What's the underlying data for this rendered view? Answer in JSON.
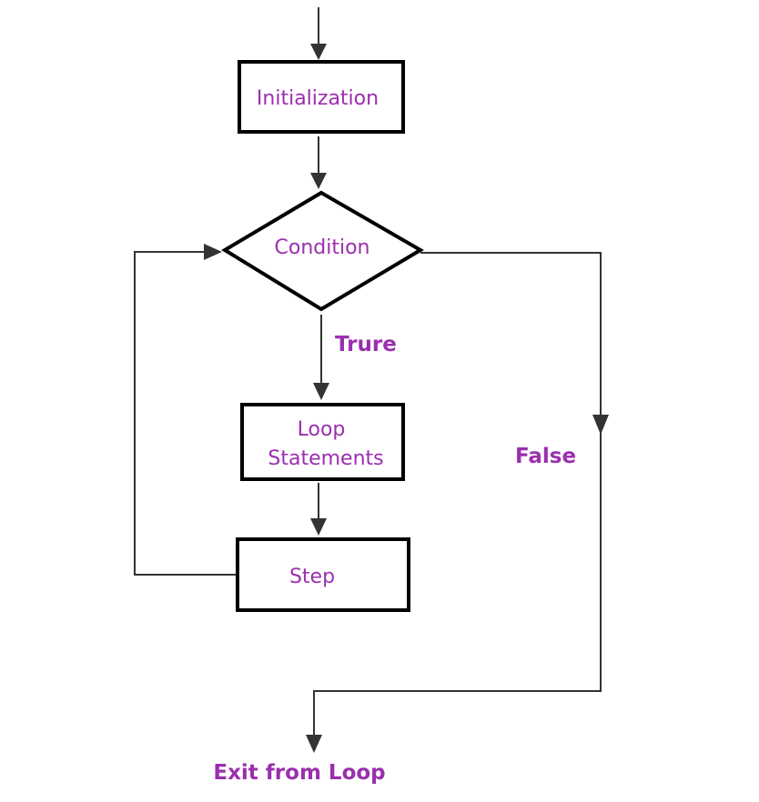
{
  "nodes": {
    "initialization": "Initialization",
    "condition": "Condition",
    "loop_statements_line1": "Loop",
    "loop_statements_line2": "Statements",
    "step": "Step"
  },
  "edges": {
    "true_label": "Trure",
    "false_label": "False"
  },
  "exit": {
    "label": "Exit from Loop"
  },
  "colors": {
    "text": "#9b2fae",
    "stroke": "#000000",
    "connector": "#333333"
  }
}
